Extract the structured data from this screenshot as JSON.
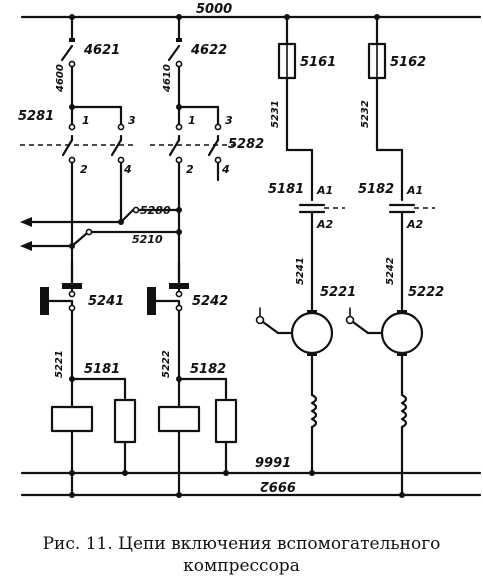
{
  "labels": {
    "top_bus": "5000",
    "sw1": "4621",
    "sw2": "4622",
    "wire1": "4600",
    "wire2": "4610",
    "node1": "5281",
    "node2": "5282",
    "t1_1": "1",
    "t1_3": "3",
    "t1_2": "2",
    "t1_4": "4",
    "t2_1": "1",
    "t2_3": "3",
    "t2_2": "2",
    "t2_4": "4",
    "fuse1": "5161",
    "fuse2": "5162",
    "wire5231": "5231",
    "wire5232": "5232",
    "c1": "5181",
    "c2": "5182",
    "a1_1": "A1",
    "a2_1": "A2",
    "a1_2": "A1",
    "a2_2": "A2",
    "line5280": "5280",
    "line5210": "5210",
    "relay1": "5241",
    "relay2": "5242",
    "w5241": "5241",
    "w5242": "5242",
    "motor1": "5221",
    "motor2": "5222",
    "w5221": "5221",
    "w5222": "5222",
    "coil1": "5181",
    "coil2": "5182",
    "bus1": "9991",
    "bus2": "9992"
  },
  "caption": {
    "line1": "Рис. 11. Цепи включения вспомогательного",
    "line2": "компрессора"
  }
}
